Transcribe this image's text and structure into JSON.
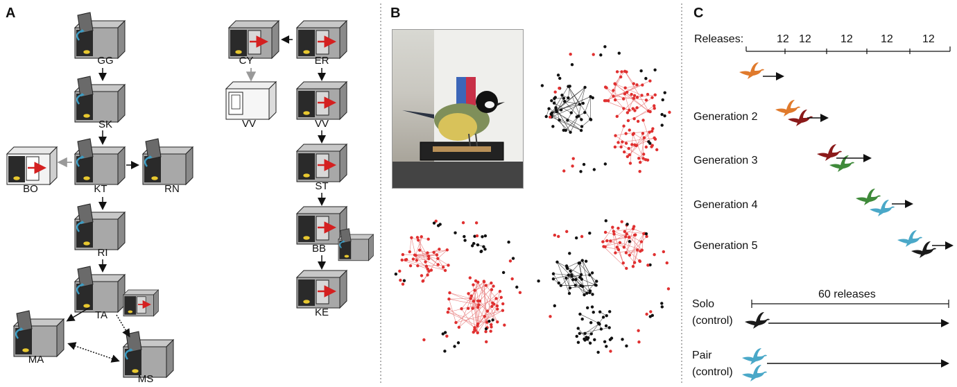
{
  "panels": {
    "a": "A",
    "b": "B",
    "c": "C"
  },
  "panel_a": {
    "left_labels": [
      "GG",
      "SK",
      "BO",
      "KT",
      "RN",
      "RI",
      "TA",
      "MA",
      "MS"
    ],
    "right_labels": [
      "CY",
      "ER",
      "VV",
      "VV",
      "ST",
      "BB",
      "KE"
    ]
  },
  "panel_c": {
    "releases_label": "Releases:",
    "release_counts": [
      "12",
      "12",
      "12",
      "12",
      "12"
    ],
    "generations": [
      "Generation 2",
      "Generation 3",
      "Generation 4",
      "Generation 5"
    ],
    "sixty_label": "60 releases",
    "solo_label_1": "Solo",
    "solo_label_2": "(control)",
    "pair_label_1": "Pair",
    "pair_label_2": "(control)"
  },
  "colors": {
    "orange": "#e07a2c",
    "darkred": "#8b1a1a",
    "green": "#3f8a3a",
    "blue": "#4aa8c8",
    "black": "#1a1a1a",
    "red_arrow": "#d42020",
    "teal_arrow": "#3b9bc2",
    "gray_arrow": "#999999",
    "network_red": "#e03030"
  }
}
